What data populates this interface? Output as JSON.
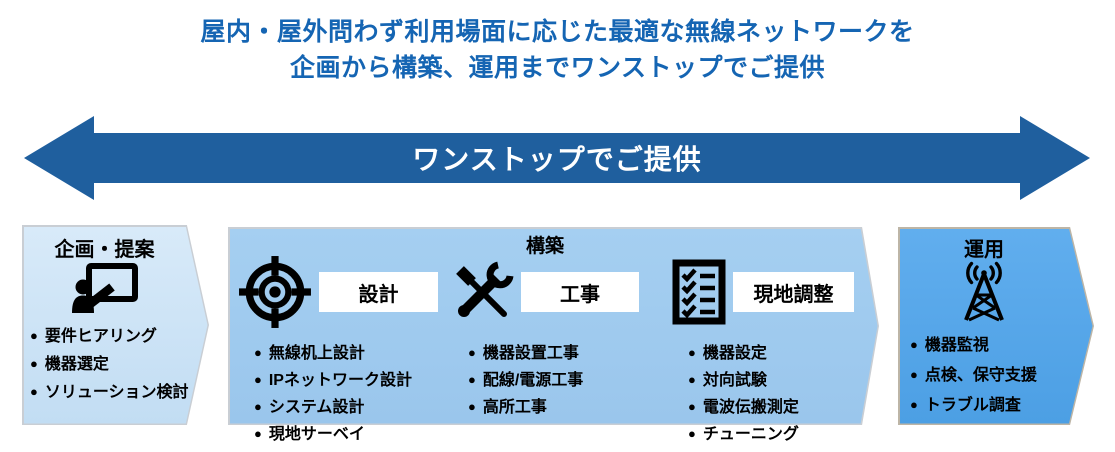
{
  "title": {
    "line1": "屋内・屋外問わず利用場面に応じた最適な無線ネットワークを",
    "line2": "企画から構築、運用までワンストップでご提供"
  },
  "banner": {
    "label": "ワンストップでご提供"
  },
  "glyphs": {
    "bullet": "●"
  },
  "colors": {
    "title_blue": "#1565b3",
    "arrow_blue": "#1f5f9e",
    "plan_bg": "#cce3f6",
    "build_bg": "#9fcbef",
    "operate_bg": "#57a8ea",
    "label_box_bg": "#ffffff",
    "text_black": "#000000"
  },
  "stages": {
    "plan": {
      "title": "企画・提案",
      "icon": "presentation-icon",
      "items": [
        "要件ヒアリング",
        "機器選定",
        "ソリューション検討"
      ]
    },
    "build": {
      "title": "構築",
      "groups": [
        {
          "label": "設計",
          "icon": "target-icon",
          "items": [
            "無線机上設計",
            "IPネットワーク設計",
            "システム設計",
            "現地サーベイ"
          ]
        },
        {
          "label": "工事",
          "icon": "tools-icon",
          "items": [
            "機器設置工事",
            "配線/電源工事",
            "高所工事"
          ]
        },
        {
          "label": "現地調整",
          "icon": "checklist-icon",
          "items": [
            "機器設定",
            "対向試験",
            "電波伝搬測定",
            "チューニング"
          ]
        }
      ]
    },
    "operate": {
      "title": "運用",
      "icon": "radio-tower-icon",
      "items": [
        "機器監視",
        "点検、保守支援",
        "トラブル調査"
      ]
    }
  }
}
